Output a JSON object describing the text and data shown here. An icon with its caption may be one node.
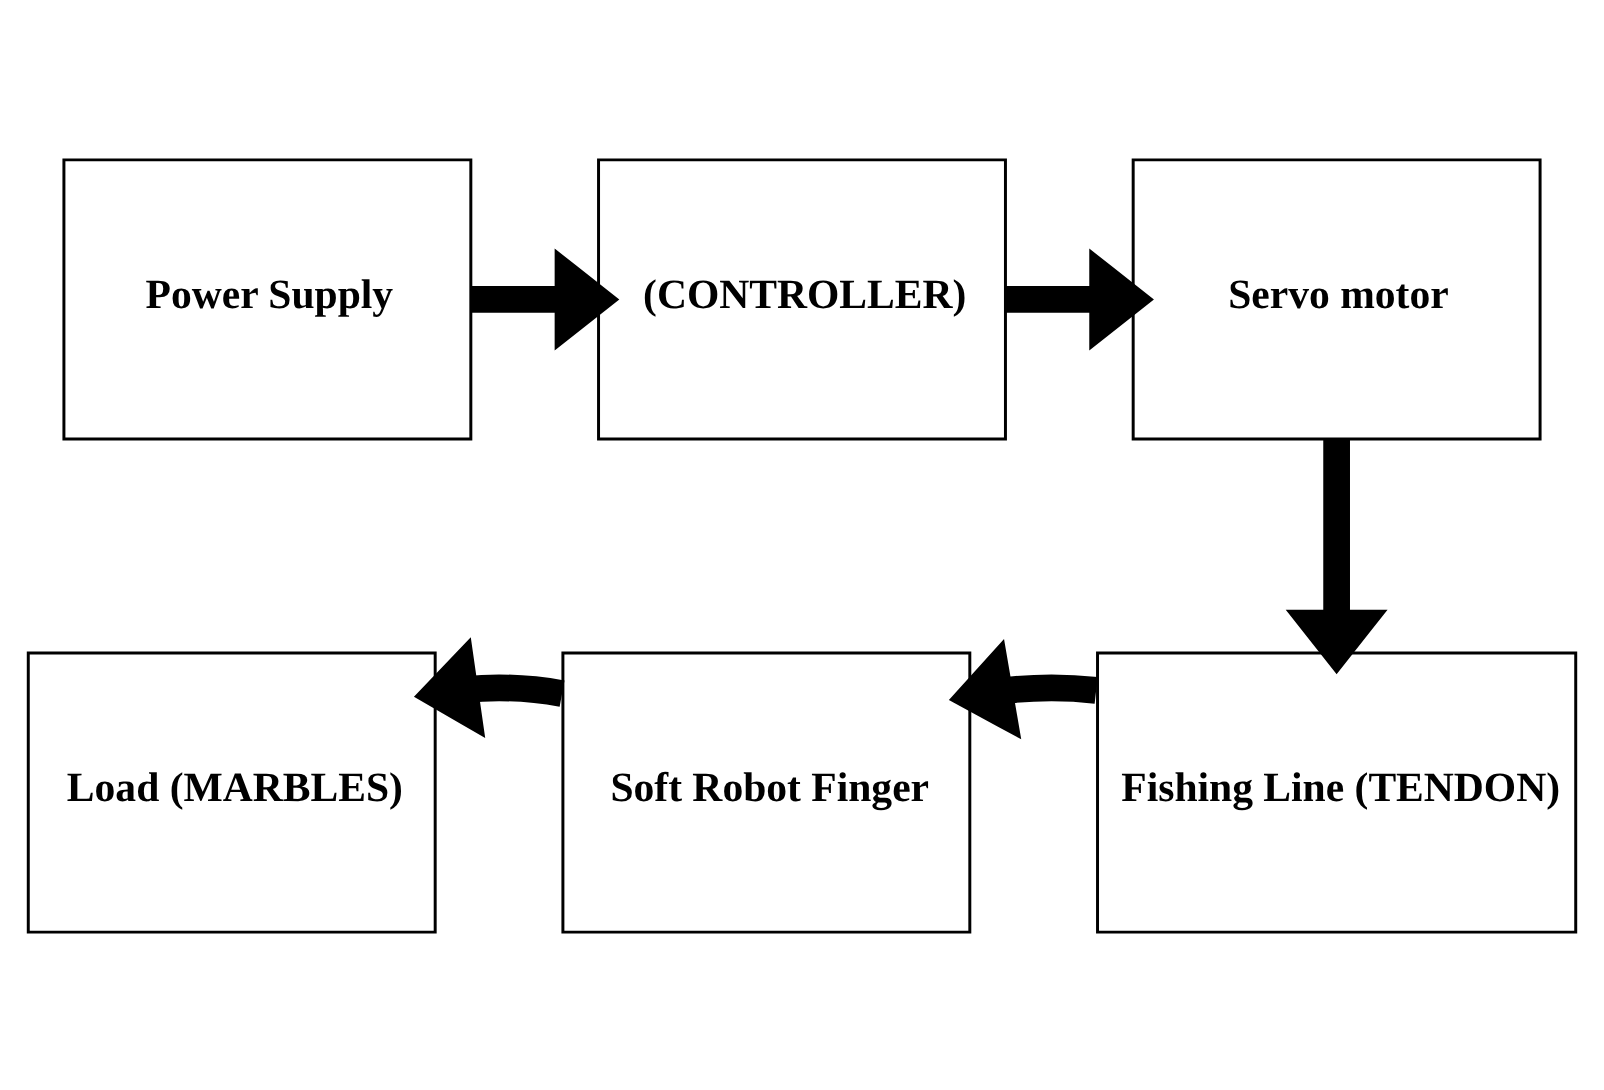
{
  "diagram": {
    "nodes": [
      {
        "text": [
          "Power Supply"
        ]
      },
      {
        "text": [
          "(CONTROLLER)"
        ]
      },
      {
        "text": [
          "Servo motor"
        ]
      },
      {
        "text": [
          "Fishing Line (TENDON)"
        ]
      },
      {
        "text": [
          "Soft Robot Finger"
        ]
      },
      {
        "text": [
          "Load (MARBLES)"
        ]
      }
    ],
    "edges": [
      {
        "from": 0,
        "to": 1,
        "arrow": "to"
      },
      {
        "from": 1,
        "to": 2,
        "arrow": "to"
      },
      {
        "from": 2,
        "to": 3,
        "arrow": "to"
      },
      {
        "from": 3,
        "to": 4,
        "arrow": "to"
      },
      {
        "from": 4,
        "to": 5,
        "arrow": "to"
      }
    ]
  }
}
